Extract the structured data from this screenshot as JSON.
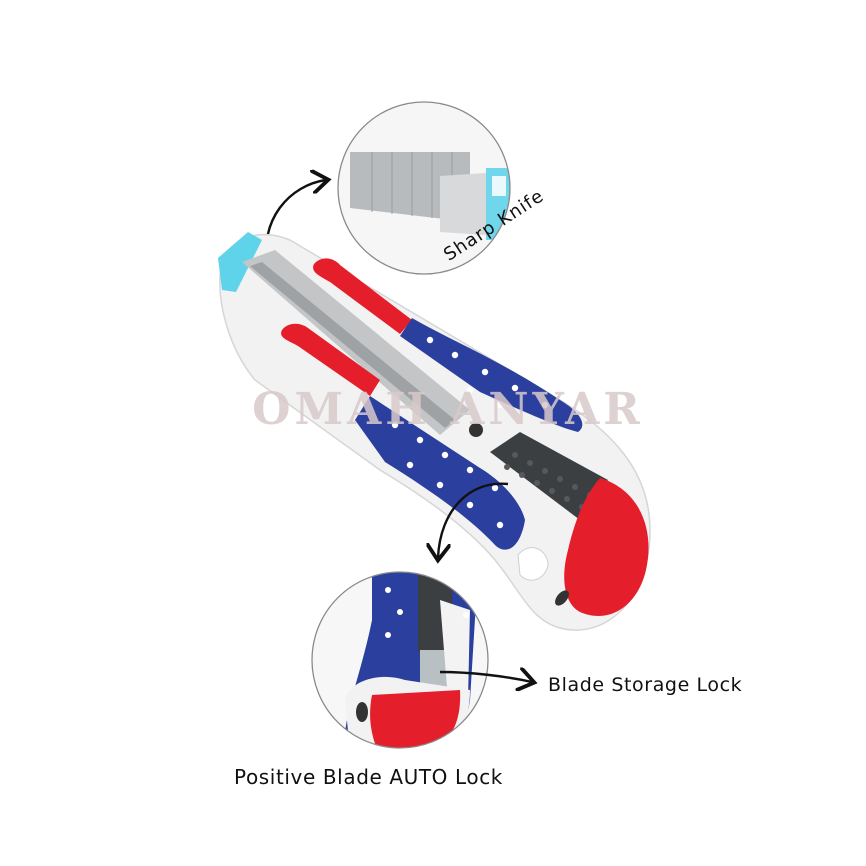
{
  "labels": {
    "sharp_knife": "Sharp Knife",
    "blade_storage_lock": "Blade Storage Lock",
    "positive_blade_auto_lock": "Positive Blade AUTO Lock"
  },
  "watermark": "OMAH ANYAR",
  "colors": {
    "handle_red": "#e41f2b",
    "handle_blue": "#2b3f9e",
    "handle_white": "#f4f4f4",
    "blade_gray": "#b9bcbf",
    "blade_holder_cyan": "#5fd3ea",
    "slider_dark": "#3c3f42",
    "watermark": "#d8c9c9",
    "circle_outline": "#8a8a8a"
  }
}
